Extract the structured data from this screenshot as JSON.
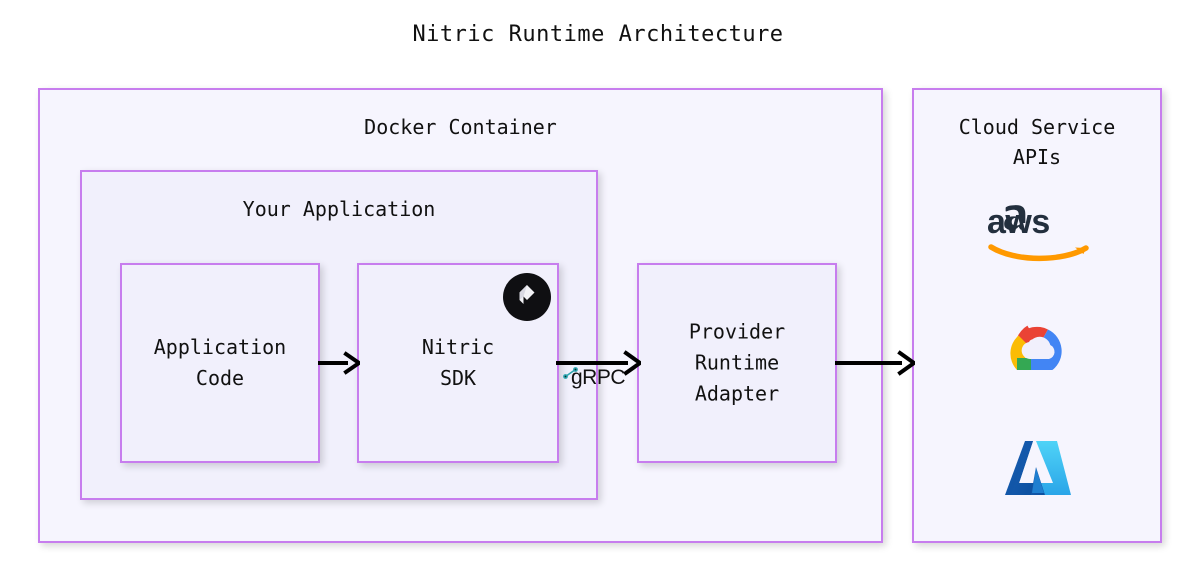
{
  "diagram": {
    "title": "Nitric Runtime Architecture",
    "type": "architecture-block-diagram",
    "background": "#ffffff",
    "colors": {
      "box_border": "#c77dee",
      "box_fill_outer": "#f6f5fe",
      "box_fill_inner": "#f1f0fc",
      "text": "#111111",
      "arrow": "#000000",
      "grpc_accent": "#2da6b0",
      "aws_text": "#232f3e",
      "aws_arrow": "#ff9900",
      "gcp_red": "#ea4335",
      "gcp_blue": "#4285f4",
      "gcp_yellow": "#fbbc05",
      "gcp_green": "#34a853",
      "azure_dark": "#0f5fa8",
      "azure_light": "#35c1f1",
      "nitric_badge_bg": "#0f0f12",
      "nitric_badge_mark": "#f2f2f6"
    }
  },
  "containers": {
    "docker": {
      "label": "Docker Container"
    },
    "your_application": {
      "label": "Your Application"
    },
    "cloud_apis": {
      "label": "Cloud Service\nAPIs"
    }
  },
  "blocks": [
    {
      "id": "application-code",
      "label": "Application\nCode"
    },
    {
      "id": "nitric-sdk",
      "label": "Nitric\nSDK",
      "badge": "nitric-logo-icon"
    },
    {
      "id": "provider-adapter",
      "label": "Provider\nRuntime\nAdapter"
    }
  ],
  "edges": [
    {
      "id": "arrow-code-sdk",
      "from": "application-code",
      "to": "nitric-sdk",
      "label": ""
    },
    {
      "id": "arrow-sdk-adapter",
      "from": "nitric-sdk",
      "to": "provider-adapter",
      "label": "gRPC"
    },
    {
      "id": "arrow-adapter-cloud",
      "from": "provider-adapter",
      "to": "cloud-apis",
      "label": ""
    }
  ],
  "cloud_providers": [
    {
      "id": "aws",
      "name": "aws"
    },
    {
      "id": "gcp",
      "name": "Google Cloud"
    },
    {
      "id": "azure",
      "name": "Azure"
    }
  ]
}
